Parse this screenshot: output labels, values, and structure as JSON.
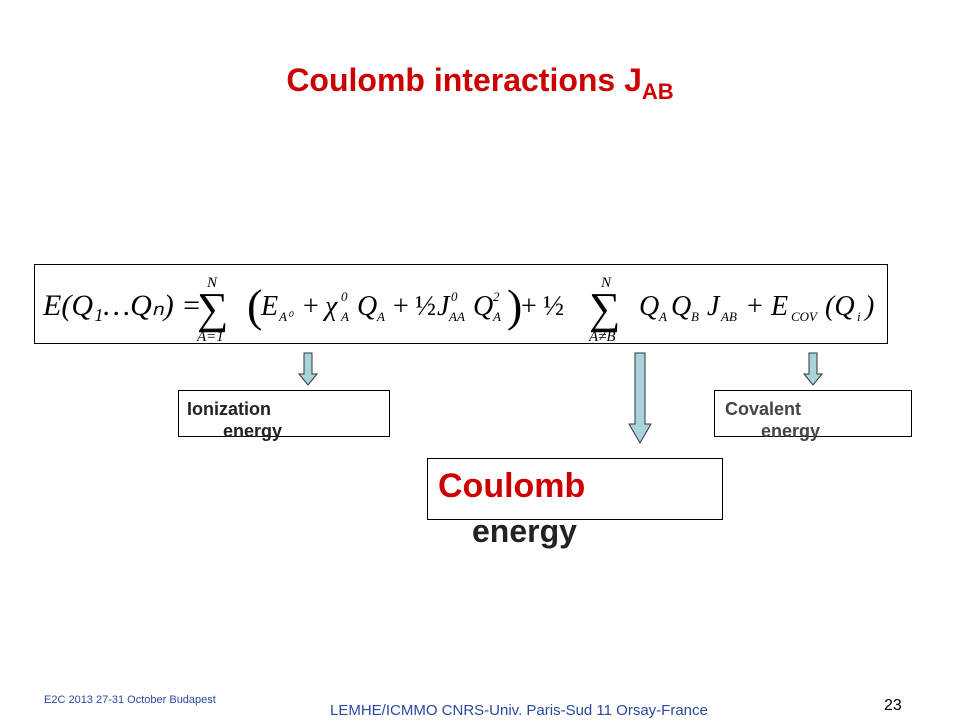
{
  "slide": {
    "title_main": "Coulomb interactions J",
    "title_sub": "AB"
  },
  "equation": {
    "lhs": "E(Q₁…Qₙ) =",
    "sum_top": "N",
    "sum_bottom_1": "A=1",
    "sum_bottom_2": "A≠B",
    "term_ionization": "E",
    "term_ionization_sub": "A⁰",
    "term_chi": "χ",
    "term_chi_sup": "0",
    "term_chi_sub": "A",
    "term_q": "Q",
    "term_q_sub": "A",
    "half": "½",
    "term_j": "J",
    "term_j_sup": "0",
    "term_j_sub": "AA",
    "term_q2_sup": "2",
    "term_qb_sub": "B",
    "term_jab": "J",
    "term_jab_sub": "AB",
    "term_ecov": "E",
    "term_ecov_sub": "COV",
    "term_qi": "(Q",
    "term_qi_sub": "i",
    "term_qi_close": ")"
  },
  "labels": {
    "ionization_line1": "Ionization",
    "ionization_line2": "energy",
    "coulomb_line1": "Coulomb",
    "coulomb_line2": "energy",
    "covalent_line1": "Covalent",
    "covalent_line2": "energy"
  },
  "footer": {
    "left": "E2C 2013 27-31 October Budapest",
    "center": "LEMHE/ICMMO CNRS-Univ. Paris-Sud 11 Orsay-France",
    "page_number": "23"
  },
  "colors": {
    "title": "#cc0000",
    "arrow_fill": "#a9d4dc",
    "footer": "#2a4aa0"
  }
}
